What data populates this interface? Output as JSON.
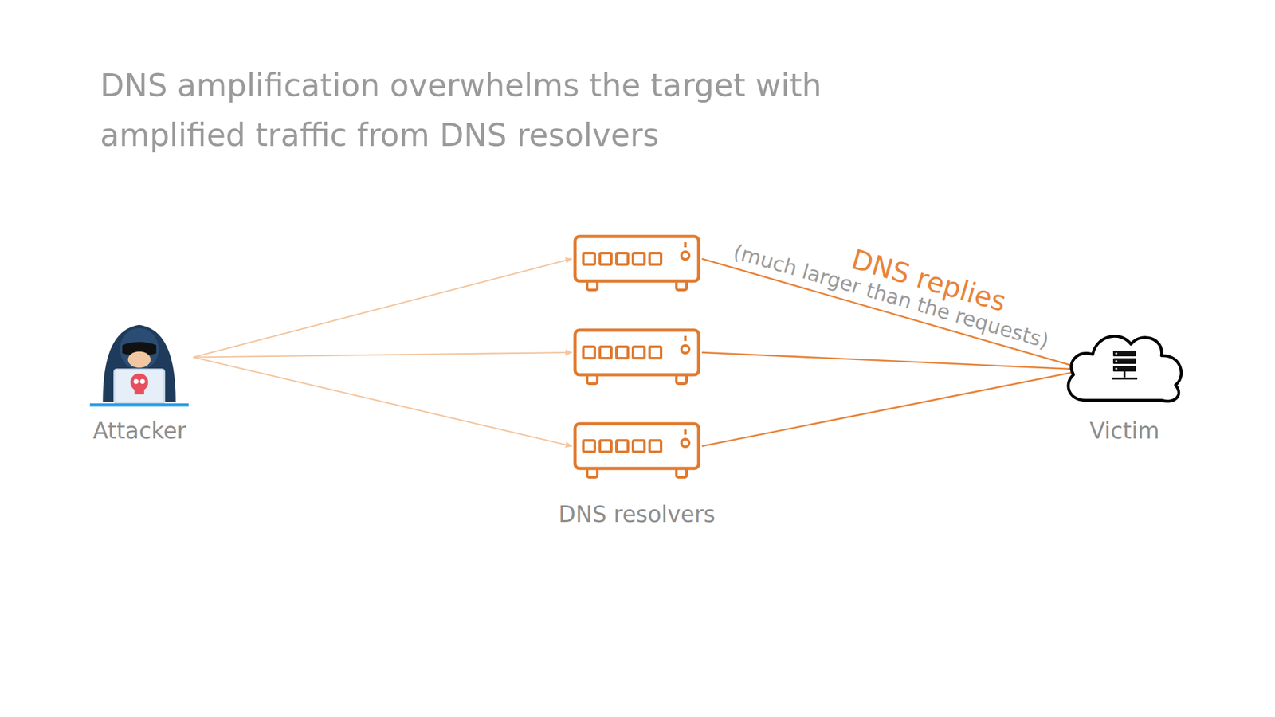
{
  "diagram": {
    "title": "DNS amplification overwhelms the target with amplified traffic from DNS resolvers",
    "nodes": [
      {
        "text": [
          "Attacker"
        ]
      },
      {
        "text": []
      },
      {
        "text": []
      },
      {
        "text": []
      },
      {
        "text": [
          "Victim"
        ]
      }
    ],
    "edges": [
      {
        "from": 0,
        "to": 1,
        "arrow": "to"
      },
      {
        "from": 0,
        "to": 2,
        "arrow": "to"
      },
      {
        "from": 0,
        "to": 3,
        "arrow": "to"
      },
      {
        "from": 1,
        "to": 4,
        "label": "DNS replies",
        "arrow": "to"
      },
      {
        "from": 2,
        "to": 4,
        "arrow": "to"
      },
      {
        "from": 3,
        "to": 4,
        "arrow": "to"
      }
    ],
    "labels": [
      "DNS resolvers",
      "(much larger than the requests)"
    ]
  }
}
